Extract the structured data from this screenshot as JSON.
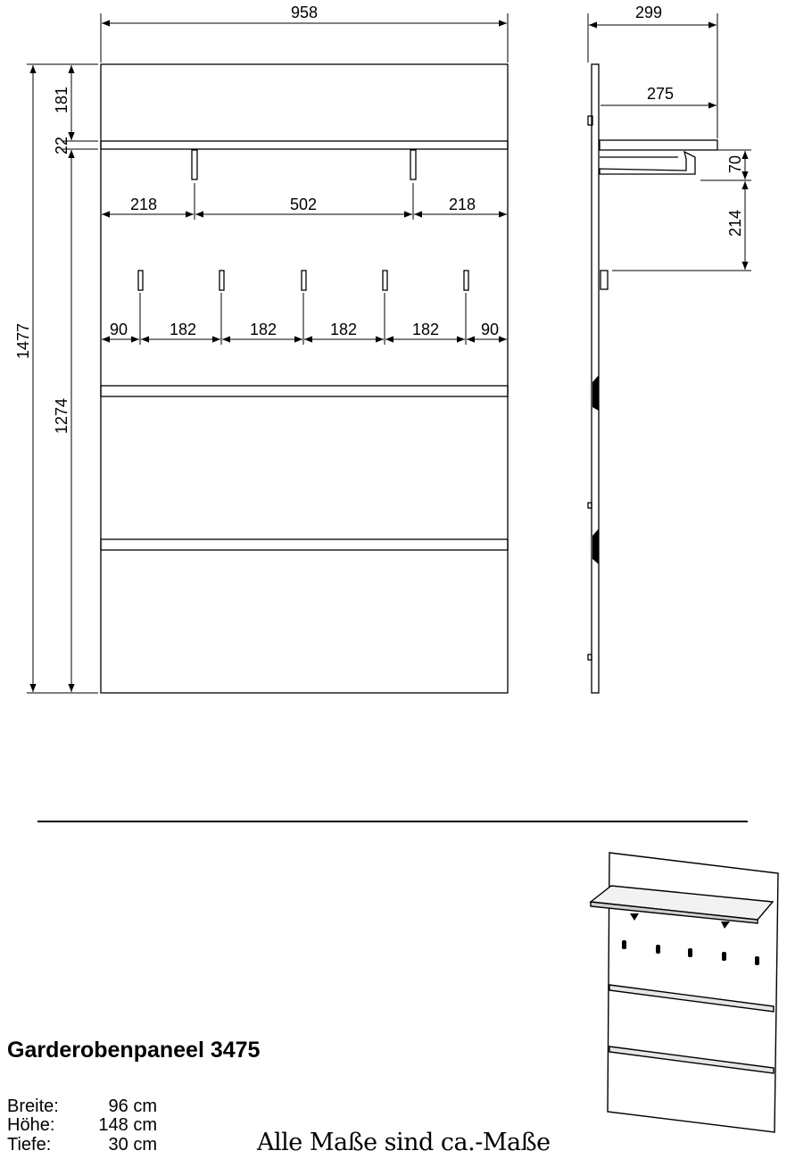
{
  "front_view": {
    "width": "958",
    "height_total": "1477",
    "height_top": "181",
    "shelf_thickness": "22",
    "height_lower": "1274",
    "hanger_spacing": [
      "218",
      "502",
      "218"
    ],
    "hook_spacing": [
      "90",
      "182",
      "182",
      "182",
      "182",
      "90"
    ]
  },
  "side_view": {
    "depth": "299",
    "shelf_depth": "275",
    "rail_height": "70",
    "rail_to_hook": "214"
  },
  "product": {
    "title": "Garderobenpaneel 3475",
    "specs": [
      {
        "label": "Breite:",
        "value": "96 cm"
      },
      {
        "label": "Höhe:",
        "value": "148 cm"
      },
      {
        "label": "Tiefe:",
        "value": "30 cm"
      }
    ],
    "note": "Alle Maße sind ca.-Maße"
  }
}
